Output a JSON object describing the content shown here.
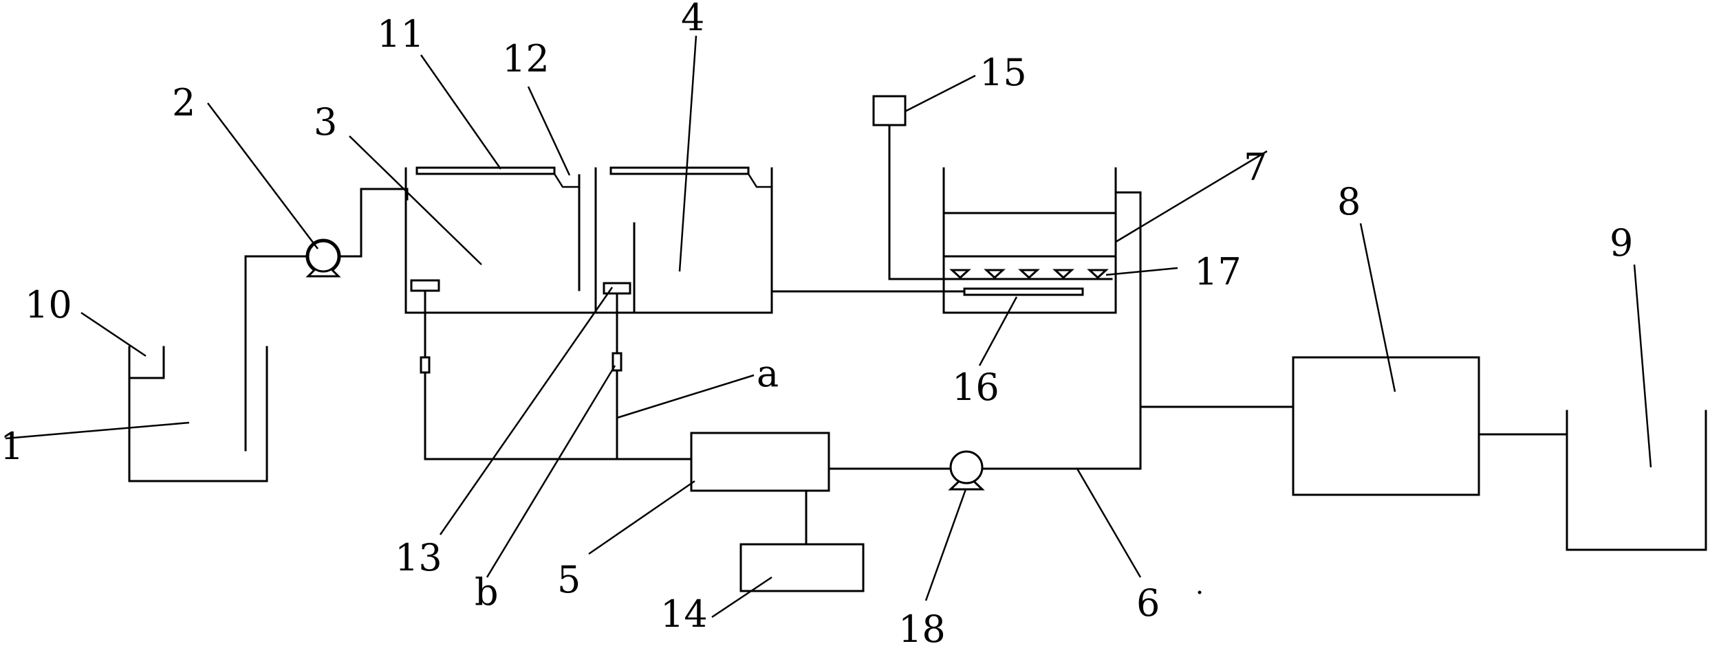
{
  "labels": {
    "n1": "1",
    "n2": "2",
    "n3": "3",
    "n4": "4",
    "n5": "5",
    "n6": "6",
    "n7": "7",
    "n8": "8",
    "n9": "9",
    "n10": "10",
    "n11": "11",
    "n12": "12",
    "n13": "13",
    "n14": "14",
    "n15": "15",
    "n16": "16",
    "n17": "17",
    "n18": "18",
    "a": "a",
    "b": "b"
  },
  "colors": {
    "line": "#000000",
    "background": "#ffffff"
  }
}
